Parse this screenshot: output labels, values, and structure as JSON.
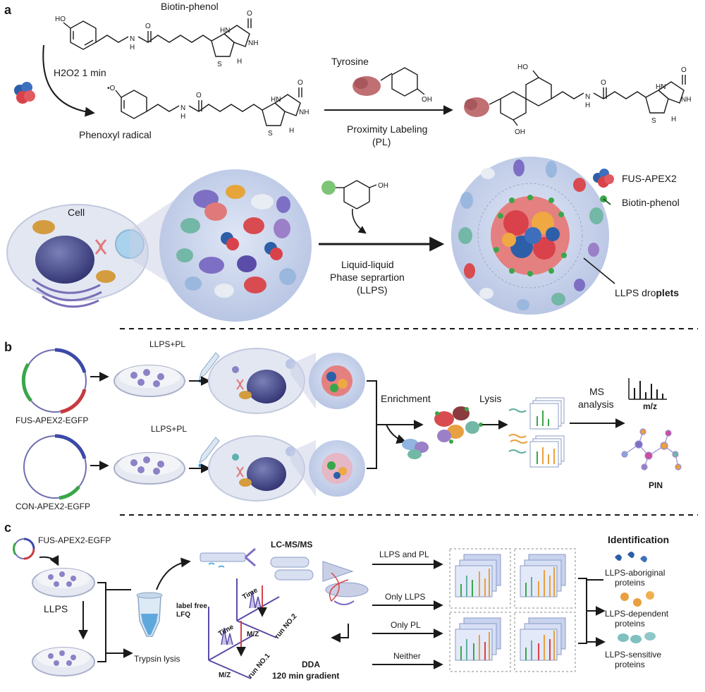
{
  "panel_a": {
    "letter": "a",
    "biotin_phenol_title": "Biotin-phenol",
    "h2o2_label": "H2O2 1 min",
    "phenoxyl_radical": "Phenoxyl radical",
    "tyrosine": "Tyrosine",
    "proximity_labeling": "Proximity Labeling",
    "pl_abbr": "(PL)",
    "cell": "Cell",
    "llps_line1": "Liquid-liquid",
    "llps_line2": "Phase seprartion",
    "llps_line3": "(LLPS)",
    "legend_fus": "FUS-APEX2",
    "legend_biotin": "Biotin-phenol",
    "droplets_prefix": "LLPS dro",
    "droplets_bold": "plets",
    "atoms": {
      "ho": "HO",
      "oh": "OH",
      "n_h": "N",
      "h": "H",
      "hn": "HN",
      "nh": "NH",
      "o": "O",
      "s": "S",
      "o_rad": "•O"
    }
  },
  "panel_b": {
    "letter": "b",
    "plasmid_fus": "FUS-APEX2-EGFP",
    "plasmid_con": "CON-APEX2-EGFP",
    "llps_pl_1": "LLPS+PL",
    "llps_pl_2": "LLPS+PL",
    "enrichment": "Enrichment",
    "lysis": "Lysis",
    "ms_line1": "MS",
    "ms_line2": "analysis",
    "mz": "m/z",
    "pin": "PIN"
  },
  "panel_c": {
    "letter": "c",
    "plasmid": "FUS-APEX2-EGFP",
    "llps": "LLPS",
    "trypsin": "Trypsin lysis",
    "lcms": "LC-MS/MS",
    "label_free_1": "label free",
    "label_free_2": "LFQ",
    "time_1": "Time",
    "time_2": "Time",
    "mz_1": "M/Z",
    "mz_2": "M/Z",
    "run1": "run NO.1",
    "run2": "run NO.2",
    "dda": "DDA",
    "gradient": "120 min gradient",
    "cond_1": "LLPS and PL",
    "cond_2": "Only LLPS",
    "cond_3": "Only PL",
    "cond_4": "Neither",
    "identification": "Identification",
    "id_1a": "LLPS-aboriginal",
    "id_1b": "proteins",
    "id_2a": "LLPS-dependent",
    "id_2b": "proteins",
    "id_3a": "LLPS-sensitive",
    "id_3b": "proteins"
  },
  "colors": {
    "fus_blue": "#2d5fa8",
    "fus_red": "#d9424a",
    "biotin_green": "#3aa64a",
    "droplet_bg": "#c9d3ea",
    "cell_bg": "#e3e7f2",
    "nucleus": "#4b4f8a"
  }
}
